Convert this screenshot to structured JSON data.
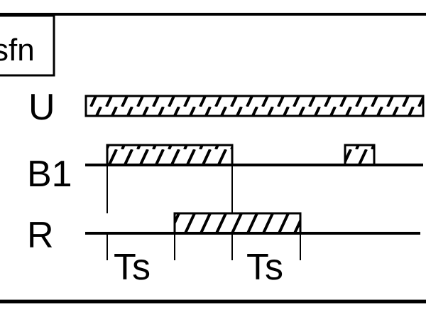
{
  "diagram": {
    "title": "sfn",
    "signals": [
      {
        "label": "U"
      },
      {
        "label": "B1"
      },
      {
        "label": "R"
      }
    ],
    "intervals": [
      {
        "label": "Ts"
      },
      {
        "label": "Ts"
      }
    ]
  },
  "colors": {
    "ink": "#000000",
    "background": "#ffffff"
  }
}
